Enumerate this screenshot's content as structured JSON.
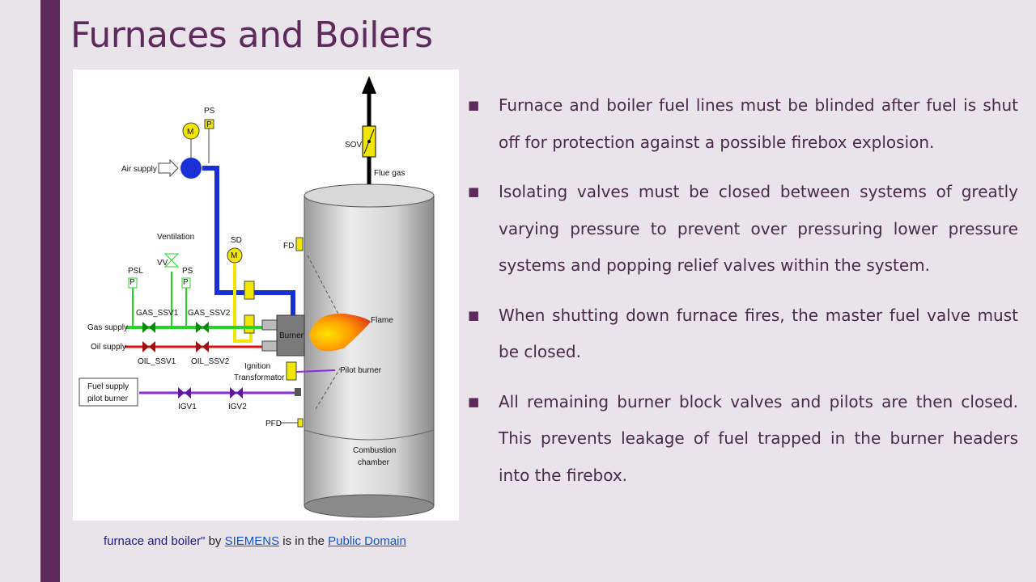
{
  "slide": {
    "title": "Furnaces and Boilers",
    "bullets": [
      "Furnace and boiler fuel lines must be blinded after fuel is shut off for protection against a possible firebox explosion.",
      "Isolating valves must be closed between systems of greatly varying pressure to prevent over pressuring lower pressure systems and popping relief valves within the system.",
      "When shutting down furnace fires, the master fuel valve must be closed.",
      "All remaining burner block valves and pilots are then closed. This prevents leakage of fuel trapped in the burner headers into the firebox."
    ],
    "bullet_marker": "■",
    "caption": {
      "part1": "furnace and boiler\"",
      "by": " by ",
      "author": "SIEMENS",
      "is_in": " is in the ",
      "license": "Public Domain"
    }
  },
  "diagram": {
    "labels": {
      "ps_top": "PS",
      "p_box": "P",
      "motor": "M",
      "air_supply": "Air supply",
      "sov": "SOV",
      "flue_gas": "Flue gas",
      "ventilation": "Ventilation",
      "vv": "VV",
      "psl": "PSL",
      "ps2": "PS",
      "sd": "SD",
      "fd": "FD",
      "gas_ssv1": "GAS_SSV1",
      "gas_ssv2": "GAS_SSV2",
      "gas_supply": "Gas supply",
      "oil_supply": "Oil supply",
      "oil_ssv1": "OIL_SSV1",
      "oil_ssv2": "OIL_SSV2",
      "burner": "Burner",
      "flame": "Flame",
      "ignition": "Ignition",
      "transformator": "Transformator",
      "pilot_burner": "Pilot burner",
      "fuel_supply": "Fuel supply",
      "pilot_burner_2": "pilot burner",
      "igv1": "IGV1",
      "igv2": "IGV2",
      "pfd": "PFD",
      "combustion": "Combustion",
      "chamber": "chamber"
    },
    "colors": {
      "air_line": "#1a2fd6",
      "gas_line": "#22d622",
      "oil_line": "#e01010",
      "pilot_line": "#8a2be2",
      "sensor": "#f2e600",
      "accent": "#5e2a5c"
    }
  }
}
